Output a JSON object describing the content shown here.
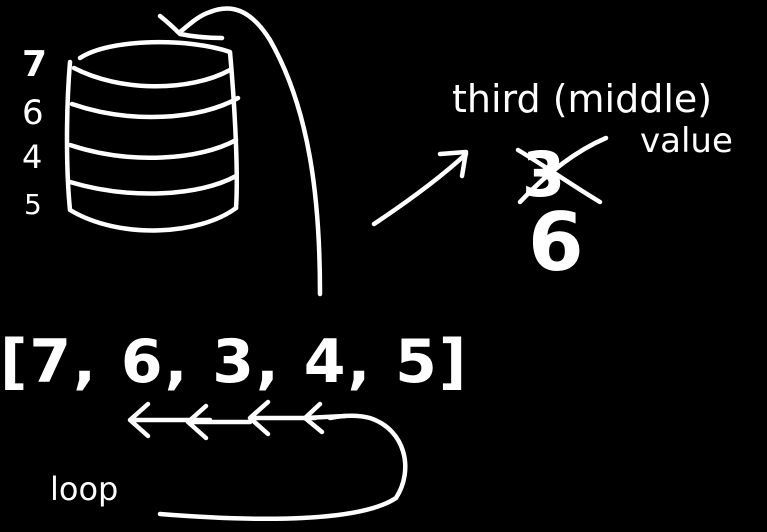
{
  "stack_labels": [
    "7",
    "6",
    "4",
    "5"
  ],
  "array_text": "[7, 6, 3, 4, 5]",
  "loop_label": "loop",
  "annotation_line1": "third (middle)",
  "annotation_line2": "value",
  "crossed_value": "3",
  "result_value": "6",
  "colors": {
    "background": "#000000",
    "ink": "#ffffff"
  }
}
